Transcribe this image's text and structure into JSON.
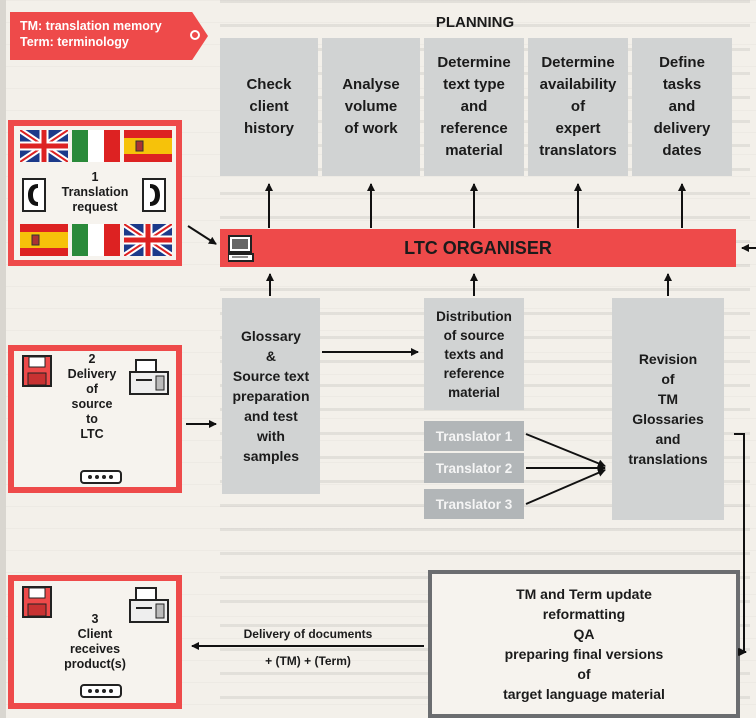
{
  "legend": {
    "line1": "TM: translation memory",
    "line2": "Term: terminology"
  },
  "planning": {
    "title": "PLANNING",
    "boxes": [
      {
        "lines": [
          "Check",
          "client",
          "history"
        ]
      },
      {
        "lines": [
          "Analyse",
          "volume",
          "of work"
        ]
      },
      {
        "lines": [
          "Determine",
          "text type",
          "and",
          "reference",
          "material"
        ]
      },
      {
        "lines": [
          "Determine",
          "availability",
          "of",
          "expert",
          "translators"
        ]
      },
      {
        "lines": [
          "Define",
          "tasks",
          "and",
          "delivery",
          "dates"
        ]
      }
    ]
  },
  "organiser": {
    "label": "LTC ORGANISER"
  },
  "request": {
    "number": "1",
    "line1": "Translation",
    "line2": "request"
  },
  "delivery": {
    "number": "2",
    "lines": [
      "Delivery",
      "of",
      "source",
      "to",
      "LTC"
    ]
  },
  "client": {
    "number": "3",
    "lines": [
      "Client",
      "receives",
      "product(s)"
    ]
  },
  "glossary": {
    "lines": [
      "Glossary",
      "&",
      "Source text",
      "preparation",
      "and test",
      "with",
      "samples"
    ]
  },
  "distribution": {
    "lines": [
      "Distribution",
      "of source",
      "texts and",
      "reference",
      "material"
    ]
  },
  "translators": [
    "Translator 1",
    "Translator 2",
    "Translator 3"
  ],
  "revision": {
    "lines": [
      "Revision",
      "of",
      "TM",
      "Glossaries",
      "and",
      "translations"
    ]
  },
  "qa": {
    "lines": [
      "TM and Term update",
      "reformatting",
      "QA",
      "preparing final versions",
      "of",
      "target language material"
    ]
  },
  "delivery_docs": {
    "line1": "Delivery of documents",
    "line2": "+ (TM) + (Term)"
  },
  "colors": {
    "red": "#ee4a4a",
    "grey_box": "#d1d3d3",
    "translator_box": "#b2b6b8",
    "qa_border": "#6b6d70"
  }
}
